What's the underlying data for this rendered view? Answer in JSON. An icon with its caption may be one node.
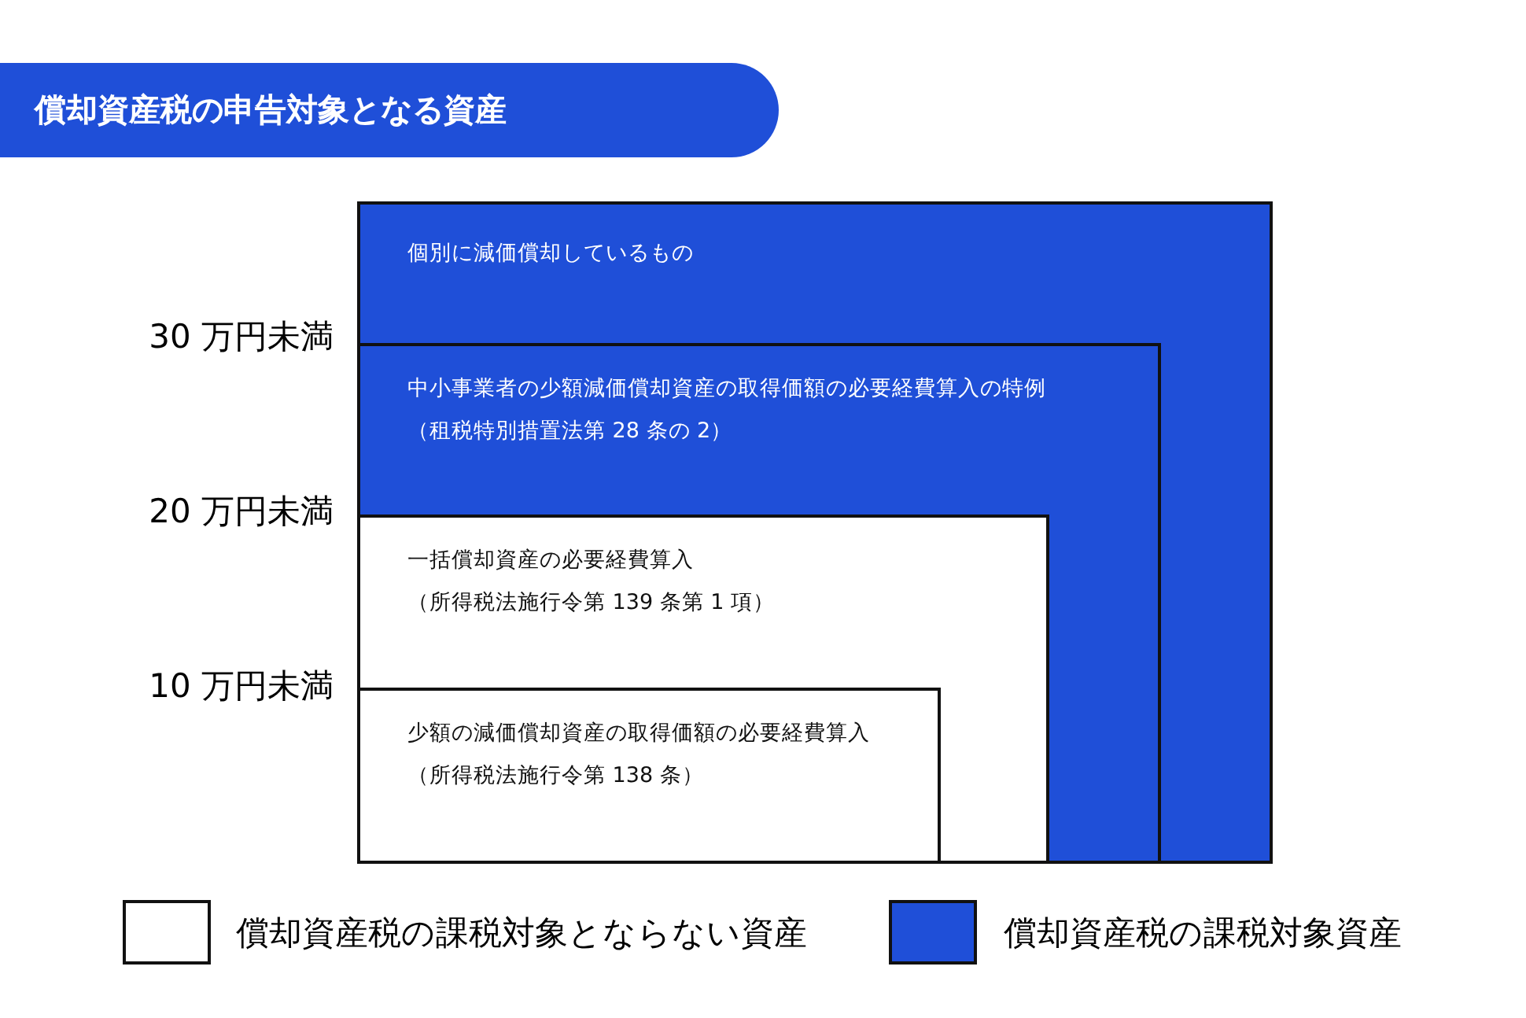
{
  "diagram": {
    "title": "償却資産税の申告対象となる資産",
    "nodes": [
      {
        "text": [
          "個別に減価償却しているもの"
        ]
      },
      {
        "text": [
          "中小事業者の少額減価償却資産の取得価額の必要経費算入の特例",
          "（租税特別措置法第 28 条の 2）"
        ],
        "in": 0
      },
      {
        "text": [
          "一括償却資産の必要経費算入",
          "（所得税法施行令第 139 条第 1 項）"
        ],
        "in": 1
      },
      {
        "text": [
          "少額の減価償却資産の取得価額の必要経費算入",
          "（所得税法施行令第 138 条）"
        ],
        "in": 2
      }
    ],
    "labels": [
      "30 万円未満",
      "20 万円未満",
      "10 万円未満"
    ],
    "legend": [
      {
        "text": "償却資産税の課税対象とならない資産",
        "color": "#ffffff"
      },
      {
        "text": "償却資産税の課税対象資産",
        "color": "#1f4fd8"
      }
    ]
  }
}
